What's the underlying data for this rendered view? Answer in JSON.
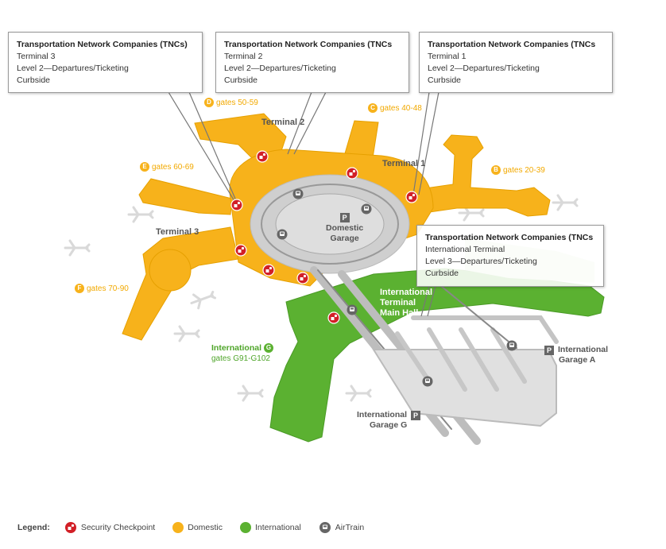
{
  "callouts": [
    {
      "title": "Transportation Network Companies (TNCs)",
      "line1": "Terminal 3",
      "line2": "Level 2—Departures/Ticketing",
      "line3": "Curbside"
    },
    {
      "title": "Transportation Network Companies (TNCs",
      "line1": "Terminal 2",
      "line2": "Level 2—Departures/Ticketing",
      "line3": "Curbside"
    },
    {
      "title": "Transportation Network Companies (TNCs",
      "line1": "Terminal 1",
      "line2": "Level 2—Departures/Ticketing",
      "line3": "Curbside"
    },
    {
      "title": "Transportation Network Companies (TNCs",
      "line1": "International Terminal",
      "line2": "Level 3—Departures/Ticketing",
      "line3": "Curbside"
    }
  ],
  "terminals": {
    "t1": "Terminal 1",
    "t2": "Terminal 2",
    "t3": "Terminal 3",
    "intl_line1": "International",
    "intl_line2": "Terminal",
    "intl_line3": "Main Hall"
  },
  "gates": {
    "b": {
      "letter": "B",
      "text": "gates 20-39"
    },
    "c": {
      "letter": "C",
      "text": "gates 40-48"
    },
    "d": {
      "letter": "D",
      "text": "gates 50-59"
    },
    "e": {
      "letter": "E",
      "text": "gates 60-69"
    },
    "f": {
      "letter": "F",
      "text": "gates 70-90"
    },
    "g": {
      "name": "International",
      "letter": "G",
      "text": "gates G91-G102"
    }
  },
  "garages": {
    "domestic": {
      "line1": "Domestic",
      "line2": "Garage",
      "icon": "P"
    },
    "intl_a": {
      "line1": "International",
      "line2": "Garage A",
      "icon": "P"
    },
    "intl_g": {
      "line1": "International",
      "line2": "Garage G",
      "icon": "P"
    }
  },
  "legend": {
    "heading": "Legend:",
    "security": "Security Checkpoint",
    "domestic": "Domestic",
    "international": "International",
    "airtrain": "AirTrain"
  },
  "colors": {
    "domestic": "#f7b21b",
    "international": "#5bb131",
    "security": "#d21f26",
    "road": "#c8c8c8",
    "airtrain": "#666666"
  }
}
